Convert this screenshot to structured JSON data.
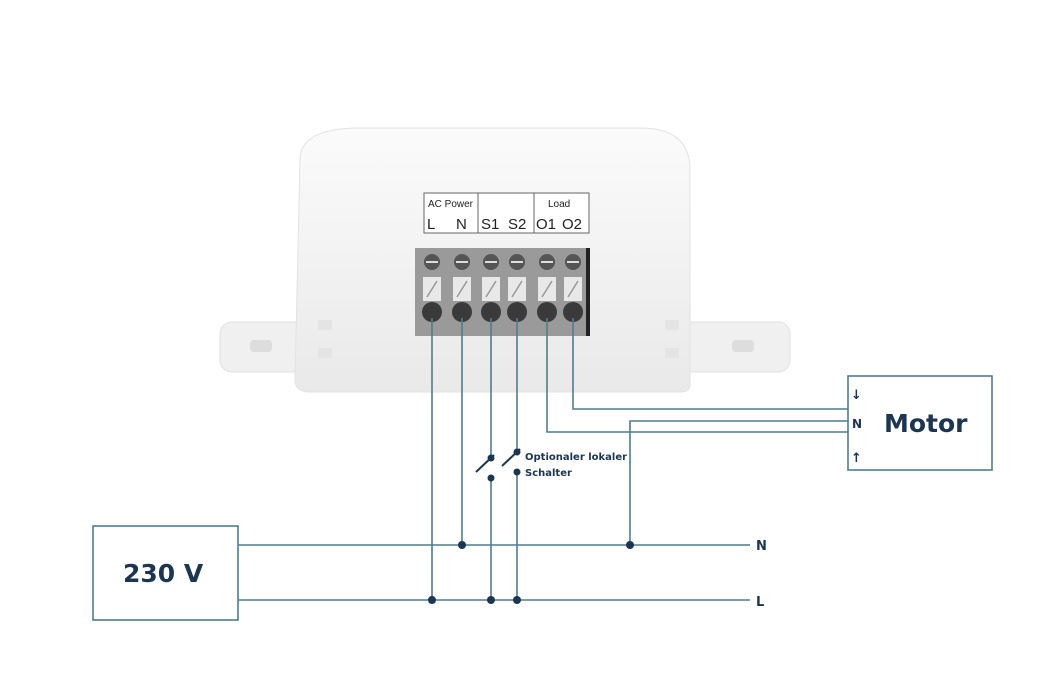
{
  "device": {
    "group_ac_power": "AC Power",
    "group_load": "Load",
    "terminals": [
      "L",
      "N",
      "S1",
      "S2",
      "O1",
      "O2"
    ]
  },
  "switch_label_line1": "Optionaler lokaler",
  "switch_label_line2": "Schalter",
  "motor": {
    "title": "Motor",
    "neutral": "N",
    "up_arrow": "↓",
    "down_arrow": "↑"
  },
  "supply": {
    "voltage": "230 V",
    "neutral_label": "N",
    "line_label": "L"
  },
  "colors": {
    "wire": "#4f7d8c",
    "text": "#1c3550"
  }
}
